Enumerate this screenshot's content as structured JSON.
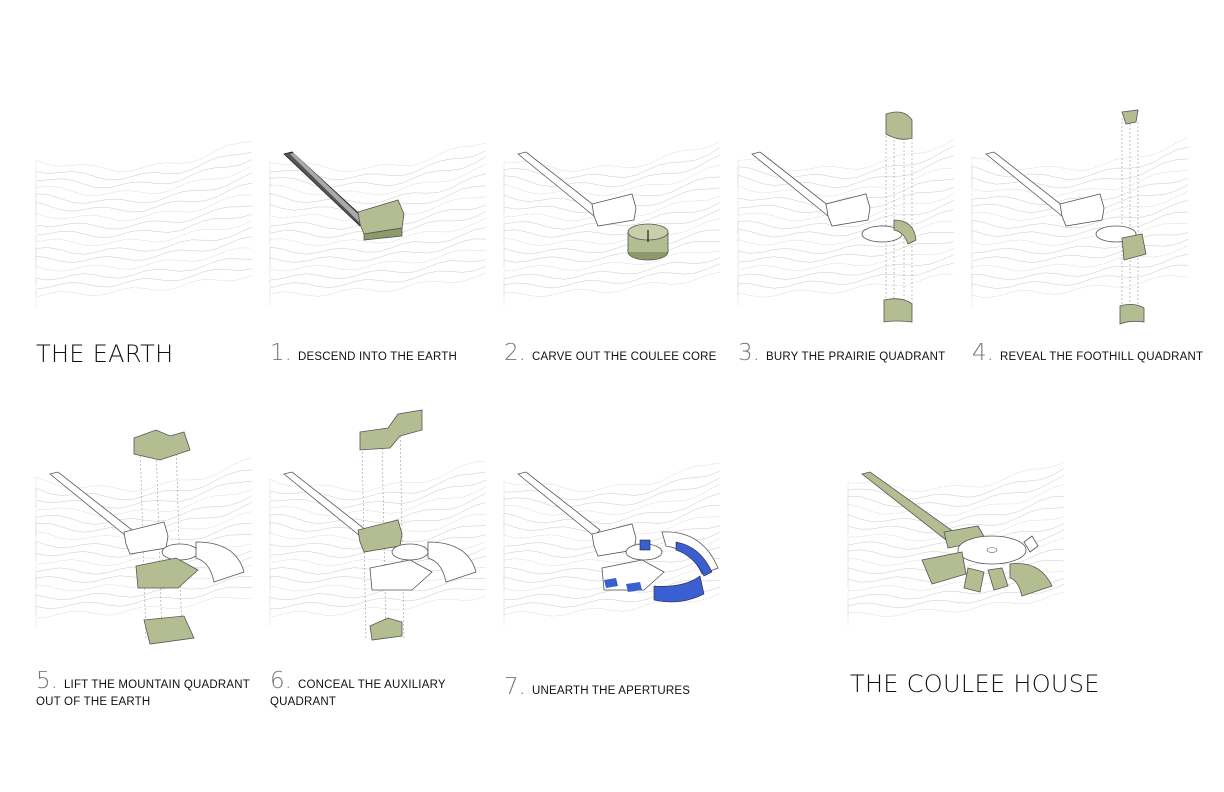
{
  "title_left": "THE EARTH",
  "title_right": "THE COULEE HOUSE",
  "steps": [
    {
      "num": "1.",
      "text": "DESCEND INTO THE EARTH"
    },
    {
      "num": "2.",
      "text": "CARVE OUT THE COULEE CORE"
    },
    {
      "num": "3.",
      "text": "BURY THE PRAIRIE QUADRANT"
    },
    {
      "num": "4.",
      "text": "REVEAL THE FOOTHILL QUADRANT"
    },
    {
      "num": "5.",
      "text": "LIFT THE MOUNTAIN QUADRANT OUT OF THE EARTH"
    },
    {
      "num": "6.",
      "text": "CONCEAL THE AUXILIARY QUADRANT"
    },
    {
      "num": "7.",
      "text": "UNEARTH THE APERTURES"
    }
  ],
  "colors": {
    "earth_green": "#b4bd92",
    "aperture_blue": "#3a5fd0",
    "contour": "#c9c9c9",
    "outline": "#555555"
  }
}
